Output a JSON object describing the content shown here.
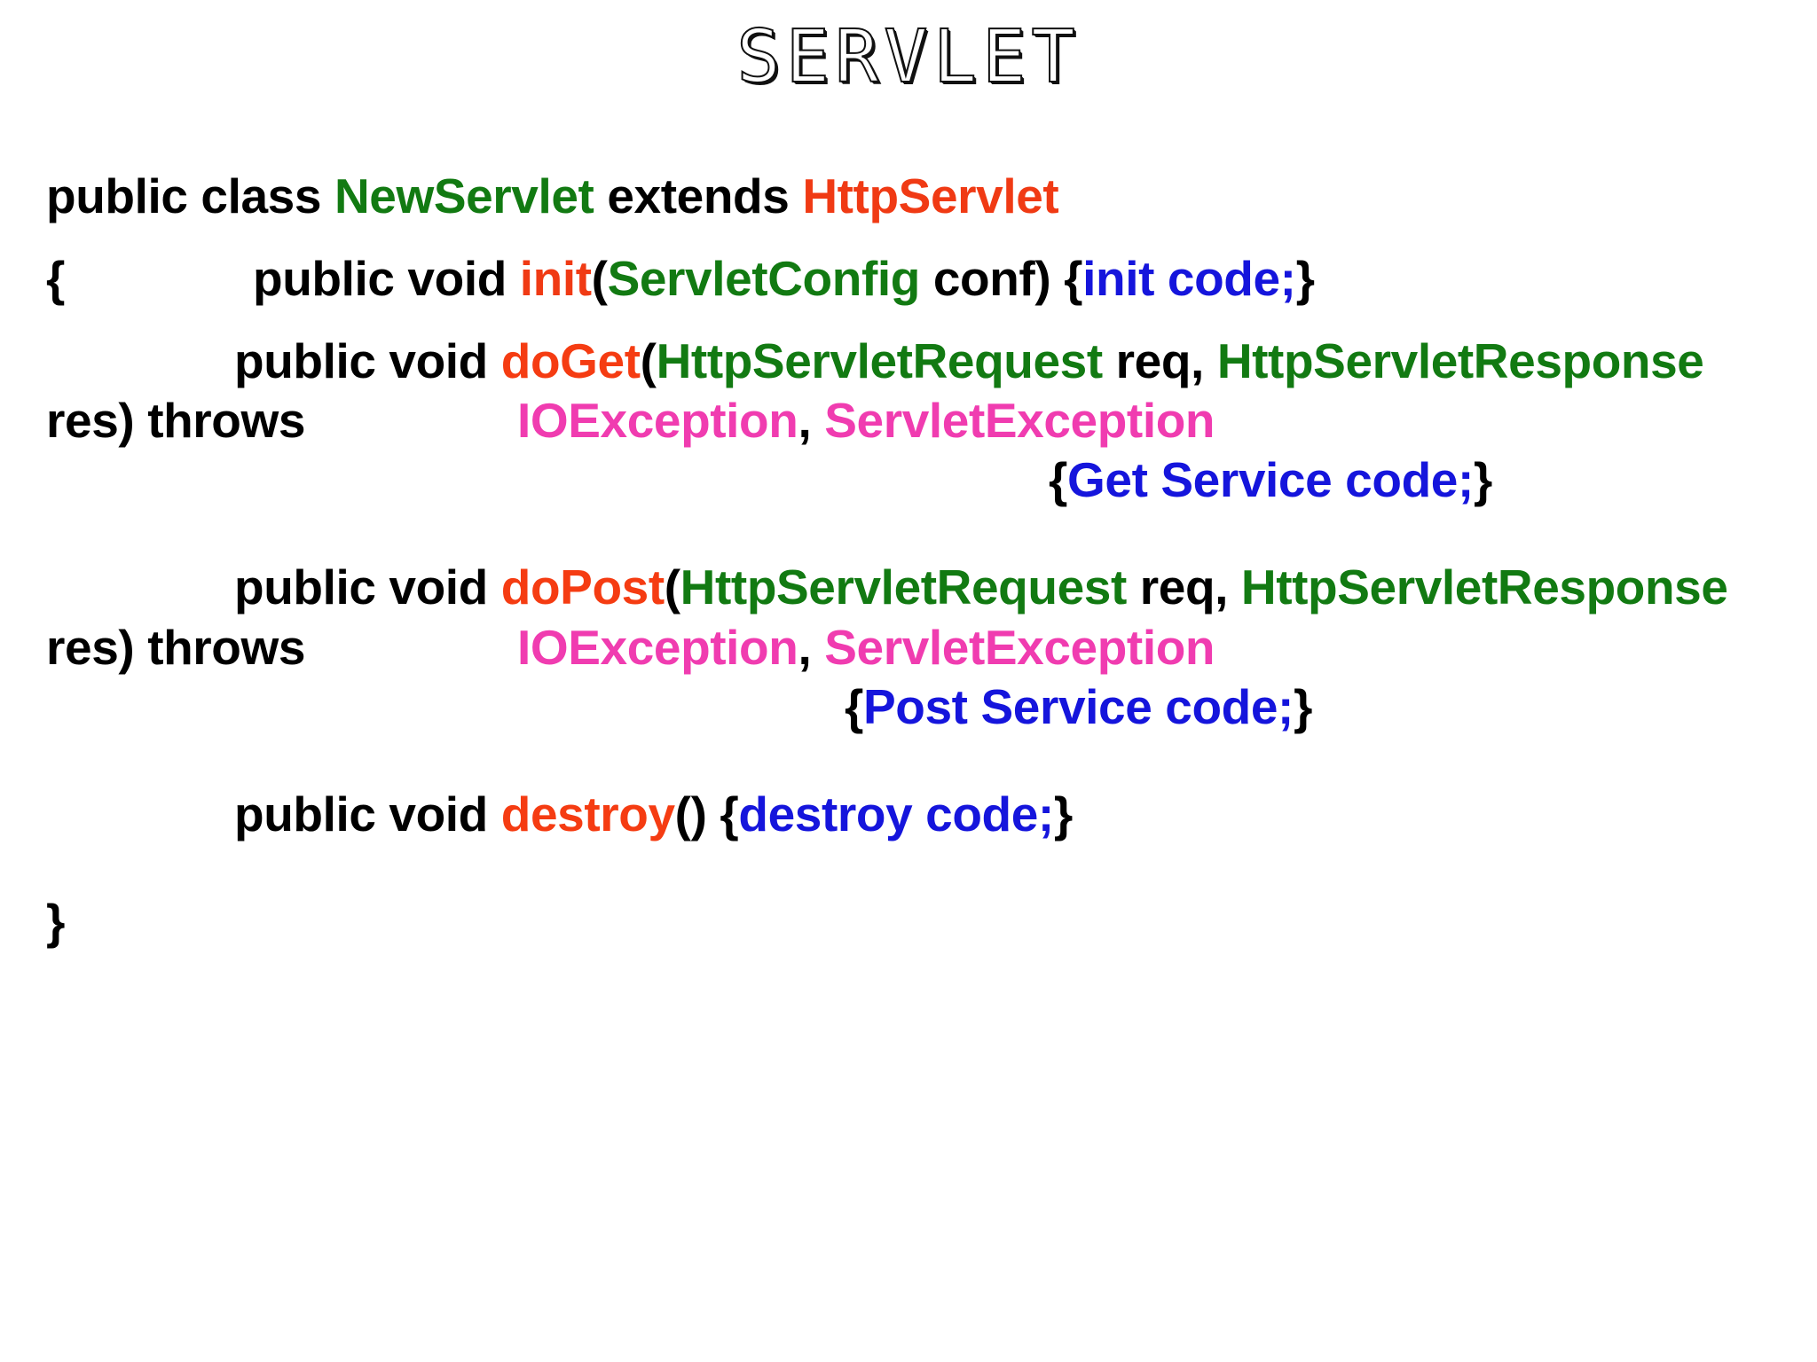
{
  "slide": {
    "title": "SERVLET",
    "background_color": "#FFFFFF",
    "palette": {
      "black": "#000000",
      "green": "#127A12",
      "orange_red": "#F03A14",
      "blue": "#1515DC",
      "magenta": "#F03CB0"
    }
  },
  "code": {
    "line1": {
      "public_class": "public class ",
      "class_name": "NewServlet",
      "extends": " extends ",
      "super_class": "HttpServlet"
    },
    "line2": {
      "open_brace": "{",
      "public_void": "public void ",
      "method": "init",
      "open_paren": "(",
      "param_type": "ServletConfig",
      "param_name": " conf",
      "close_paren": ") ",
      "body_open": "{",
      "body_text": "init code;",
      "body_close": "}"
    },
    "line3": {
      "public_void": "public void ",
      "method": "doGet",
      "open_paren": "(",
      "param_type_1": "HttpServletRequest",
      "param_name_1": " req, ",
      "param_type_2": "HttpServletResponse",
      "param_name_2": " res",
      "close_paren": ") ",
      "throws": "throws ",
      "exception_1": "IOException",
      "comma": ", ",
      "exception_2": "ServletException",
      "body_open": "{",
      "body_text": "Get Service code;",
      "body_close": "}"
    },
    "line4": {
      "public_void": "public void ",
      "method": "doPost",
      "open_paren": "(",
      "param_type_1": "HttpServletRequest",
      "param_name_1": " req, ",
      "param_type_2": "HttpServletResponse",
      "param_name_2": " res",
      "close_paren": ") ",
      "throws": "throws ",
      "exception_1": "IOException",
      "comma": ", ",
      "exception_2": "ServletException",
      "body_open": "{",
      "body_text": "Post Service code;",
      "body_close": "}"
    },
    "line5": {
      "public_void": "public void ",
      "method": "destroy",
      "parens": "() ",
      "body_open": "{",
      "body_text": "destroy code;",
      "body_close": "}"
    },
    "line6": {
      "close_brace": "}"
    }
  }
}
